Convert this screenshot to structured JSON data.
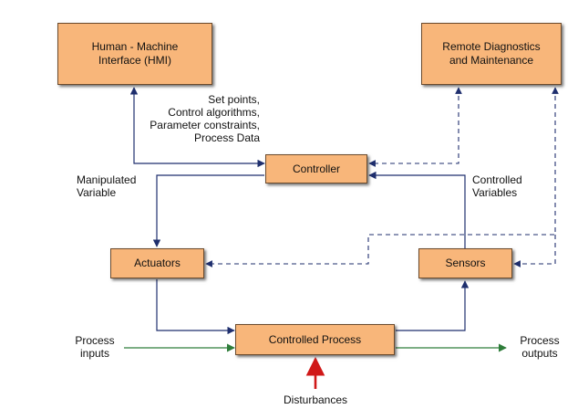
{
  "blocks": {
    "hmi": "Human - Machine\nInterface (HMI)",
    "remote": "Remote Diagnostics\nand Maintenance",
    "controller": "Controller",
    "actuators": "Actuators",
    "sensors": "Sensors",
    "process": "Controlled Process"
  },
  "labels": {
    "setpoints": "Set points,\nControl algorithms,\nParameter constraints,\nProcess Data",
    "manipulated": "Manipulated\nVariable",
    "controlled": "Controlled\nVariables",
    "inputs": "Process\ninputs",
    "outputs": "Process\noutputs",
    "disturbances": "Disturbances"
  },
  "colors": {
    "box_fill": "#f8b67a",
    "solid_line": "#1f2f6e",
    "dashed_line": "#1f2f6e",
    "process_flow": "#2e7d3a",
    "disturbance": "#d01818"
  }
}
